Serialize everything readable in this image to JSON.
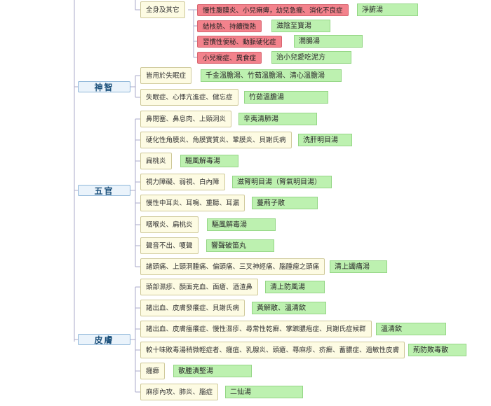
{
  "categories": {
    "shenzhi": "神智",
    "wuguan": "五官",
    "pifu": "皮膚"
  },
  "top_group": {
    "label": "全身及其它",
    "items": [
      {
        "symptom": "慢性腹膜炎、小兒痳痺，幼兒急癇、消化不良症",
        "remedy": "淨腑湯"
      },
      {
        "symptom": "結核熱、持續微熱",
        "remedy": "滋陰至寶湯"
      },
      {
        "symptom": "習慣性便秘、動脈硬化症",
        "remedy": "潤腸湯"
      },
      {
        "symptom": "小兒癇症、異食症",
        "remedy": "治小兒愛吃泥方"
      }
    ]
  },
  "shenzhi": [
    {
      "symptom": "皆用於失眠症",
      "remedy": "千金溫膽湯、竹茹溫膽湯、清心溫膽湯"
    },
    {
      "symptom": "失眠症、心悸亢進症、健忘症",
      "remedy": "竹茹溫膽湯"
    }
  ],
  "wuguan": [
    {
      "symptom": "鼻閉塞、鼻息肉、上頸洞炎",
      "remedy": "辛夷清肺湯"
    },
    {
      "symptom": "硬化性角膜炎、角膜實質炎、鞏膜炎、貝謝氏病",
      "remedy": "洗肝明目湯"
    },
    {
      "symptom": "扁桃炎",
      "remedy": "驅風解毒湯"
    },
    {
      "symptom": "視力障礙、弱視、白內障",
      "remedy": "滋腎明目湯（腎氣明目湯）"
    },
    {
      "symptom": "慢性中耳炎、耳鳴、重聽、耳漏",
      "remedy": "蔓荊子散"
    },
    {
      "symptom": "咽喉炎、扁桃炎",
      "remedy": "驅風解毒湯"
    },
    {
      "symptom": "聲音不出、嗄聲",
      "remedy": "響聲破笛丸"
    },
    {
      "symptom": "諸頭痛、上頸洞腫痛、偏頭痛、三叉神經痛、腦腫瘤之頭痛",
      "remedy": "清上蠲痛湯"
    }
  ],
  "pifu": [
    {
      "symptom": "頭部濕疹、顏面充血、面瘡、酒渣鼻",
      "remedy": "清上防風湯"
    },
    {
      "symptom": "諸出血、皮膚發癢症、貝謝氏病",
      "remedy": "黃解散、溫清飲"
    },
    {
      "symptom": "諸出血、皮膚瘙癢症、慢性濕疹、尋常性乾癬、掌蹠膿疱症、貝謝氏症候群",
      "remedy": "溫清飲"
    },
    {
      "symptom": "較十味敗毒湯稍微輕症者、癰疽、乳腺炎、頭瘡、蕁麻疹、疥癬、蓄膿症、過敏性皮膚",
      "remedy": "荊防敗毒散"
    },
    {
      "symptom": "癰癤",
      "remedy": "散腫潰堅湯"
    },
    {
      "symptom": "麻疹內攻、肺炎、腦症",
      "remedy": "二仙湯"
    }
  ]
}
